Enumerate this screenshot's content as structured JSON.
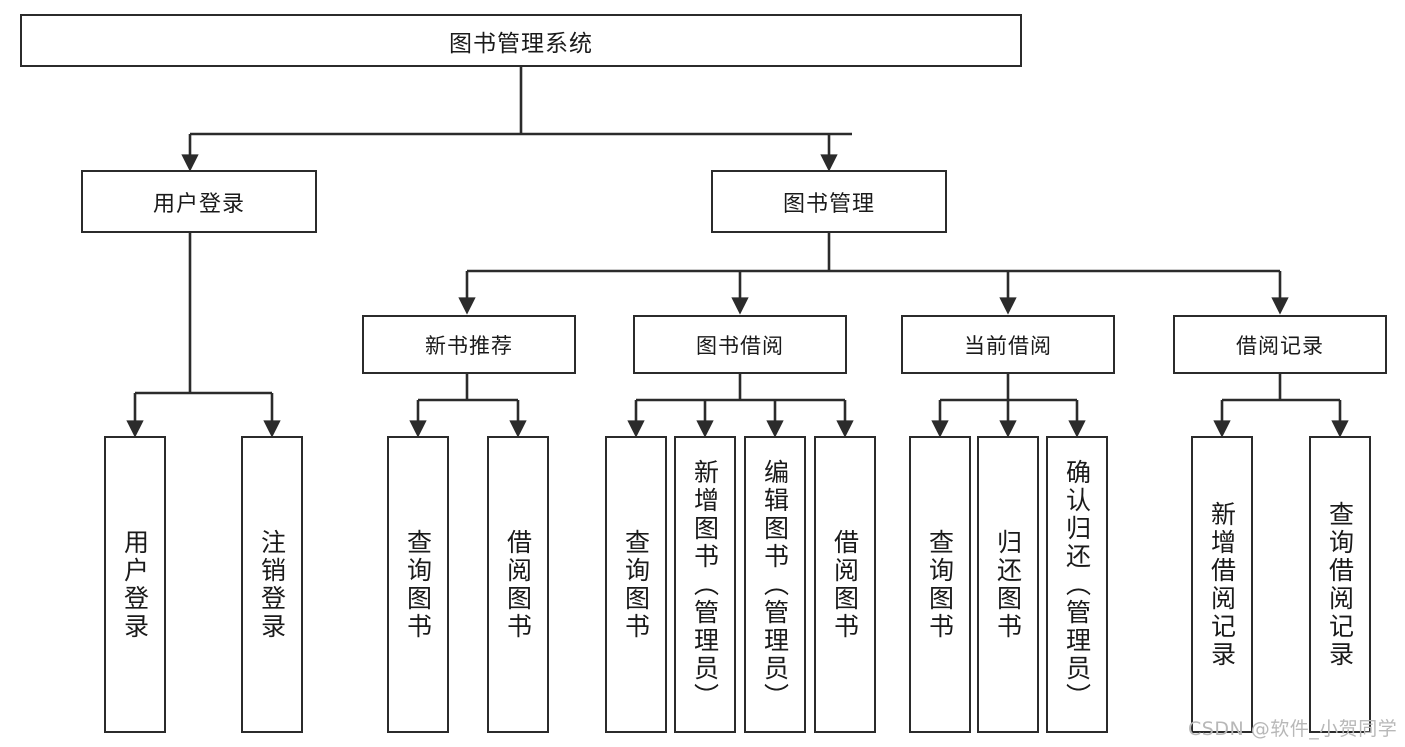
{
  "diagram": {
    "title": "图书管理系统",
    "type": "tree-hierarchy-chart",
    "stroke_color": "#2b2b2b",
    "fill_color": "#ffffff",
    "text_color": "#1a1a1a"
  },
  "root": {
    "label": "图书管理系统"
  },
  "level2": [
    {
      "label": "用户登录"
    },
    {
      "label": "图书管理"
    }
  ],
  "level3": [
    {
      "label": "新书推荐"
    },
    {
      "label": "图书借阅"
    },
    {
      "label": "当前借阅"
    },
    {
      "label": "借阅记录"
    }
  ],
  "leaves": {
    "user_login": [
      {
        "label": "用户登录"
      },
      {
        "label": "注销登录"
      }
    ],
    "new_book_recommend": [
      {
        "label": "查询图书"
      },
      {
        "label": "借阅图书"
      }
    ],
    "book_borrow": [
      {
        "label": "查询图书"
      },
      {
        "label": "新增图书（管理员）"
      },
      {
        "label": "编辑图书（管理员）"
      },
      {
        "label": "借阅图书"
      }
    ],
    "current_borrow": [
      {
        "label": "查询图书"
      },
      {
        "label": "归还图书"
      },
      {
        "label": "确认归还（管理员）"
      }
    ],
    "borrow_record": [
      {
        "label": "新增借阅记录"
      },
      {
        "label": "查询借阅记录"
      }
    ]
  },
  "watermark": {
    "text": "CSDN @软件_小贺同学",
    "color": "#b8b8b8"
  }
}
